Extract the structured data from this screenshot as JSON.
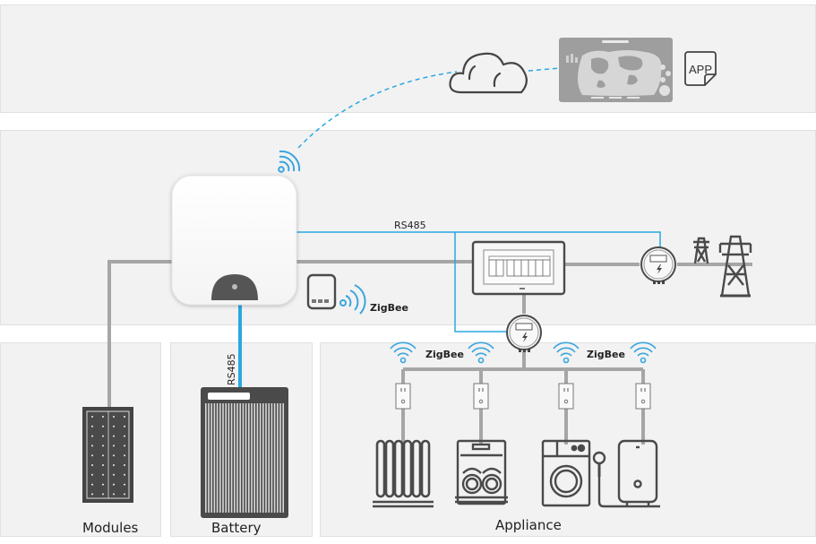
{
  "colors": {
    "panel_bg": "#f2f2f2",
    "power_line": "#a6a6a6",
    "comm_line": "#29a8e0",
    "icon_dark": "#4a4a4a",
    "wireless": "#3aa6dd"
  },
  "sections": {
    "cloud_tier": {
      "app_label": "APP"
    },
    "inverter_tier": {
      "rs485_top_label": "RS485",
      "zigbee_dongle_label": "ZigBee"
    },
    "bottom_tier": {
      "modules_label": "Modules",
      "battery_label": "Battery",
      "battery_link_label": "RS485",
      "appliance_label": "Appliance",
      "zigbee_left_label": "ZigBee",
      "zigbee_right_label": "ZigBee"
    }
  },
  "nodes": [
    {
      "id": "cloud",
      "icon": "cloud-icon"
    },
    {
      "id": "monitor",
      "icon": "world-map-dashboard-icon"
    },
    {
      "id": "app",
      "icon": "app-document-icon"
    },
    {
      "id": "inverter",
      "icon": "inverter-icon"
    },
    {
      "id": "dongle",
      "icon": "zigbee-dongle-icon"
    },
    {
      "id": "distribution-box",
      "icon": "distribution-box-icon"
    },
    {
      "id": "grid-meter",
      "icon": "meter-icon"
    },
    {
      "id": "sub-meter",
      "icon": "meter-icon"
    },
    {
      "id": "grid",
      "icon": "power-tower-icon"
    },
    {
      "id": "modules",
      "icon": "solar-panel-icon"
    },
    {
      "id": "battery",
      "icon": "battery-icon"
    },
    {
      "id": "radiator",
      "icon": "radiator-icon"
    },
    {
      "id": "dishwasher",
      "icon": "dishwasher-icon"
    },
    {
      "id": "washing-machine",
      "icon": "washing-machine-icon"
    },
    {
      "id": "water-heater",
      "icon": "water-heater-icon"
    }
  ]
}
